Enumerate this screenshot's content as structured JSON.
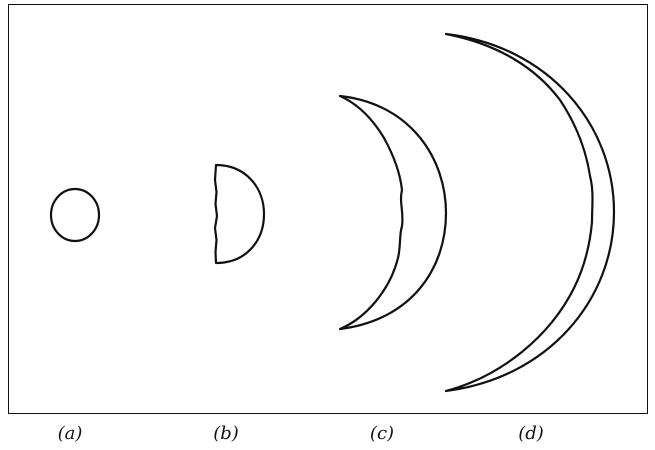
{
  "figure": {
    "stroke_color": "#111111",
    "background_color": "#ffffff",
    "shapes": [
      {
        "id": "a",
        "kind": "circle"
      },
      {
        "id": "b",
        "kind": "half-disk"
      },
      {
        "id": "c",
        "kind": "crescent"
      },
      {
        "id": "d",
        "kind": "crescent"
      }
    ],
    "labels": {
      "a": "(a)",
      "b": "(b)",
      "c": "(c)",
      "d": "(d)"
    }
  }
}
